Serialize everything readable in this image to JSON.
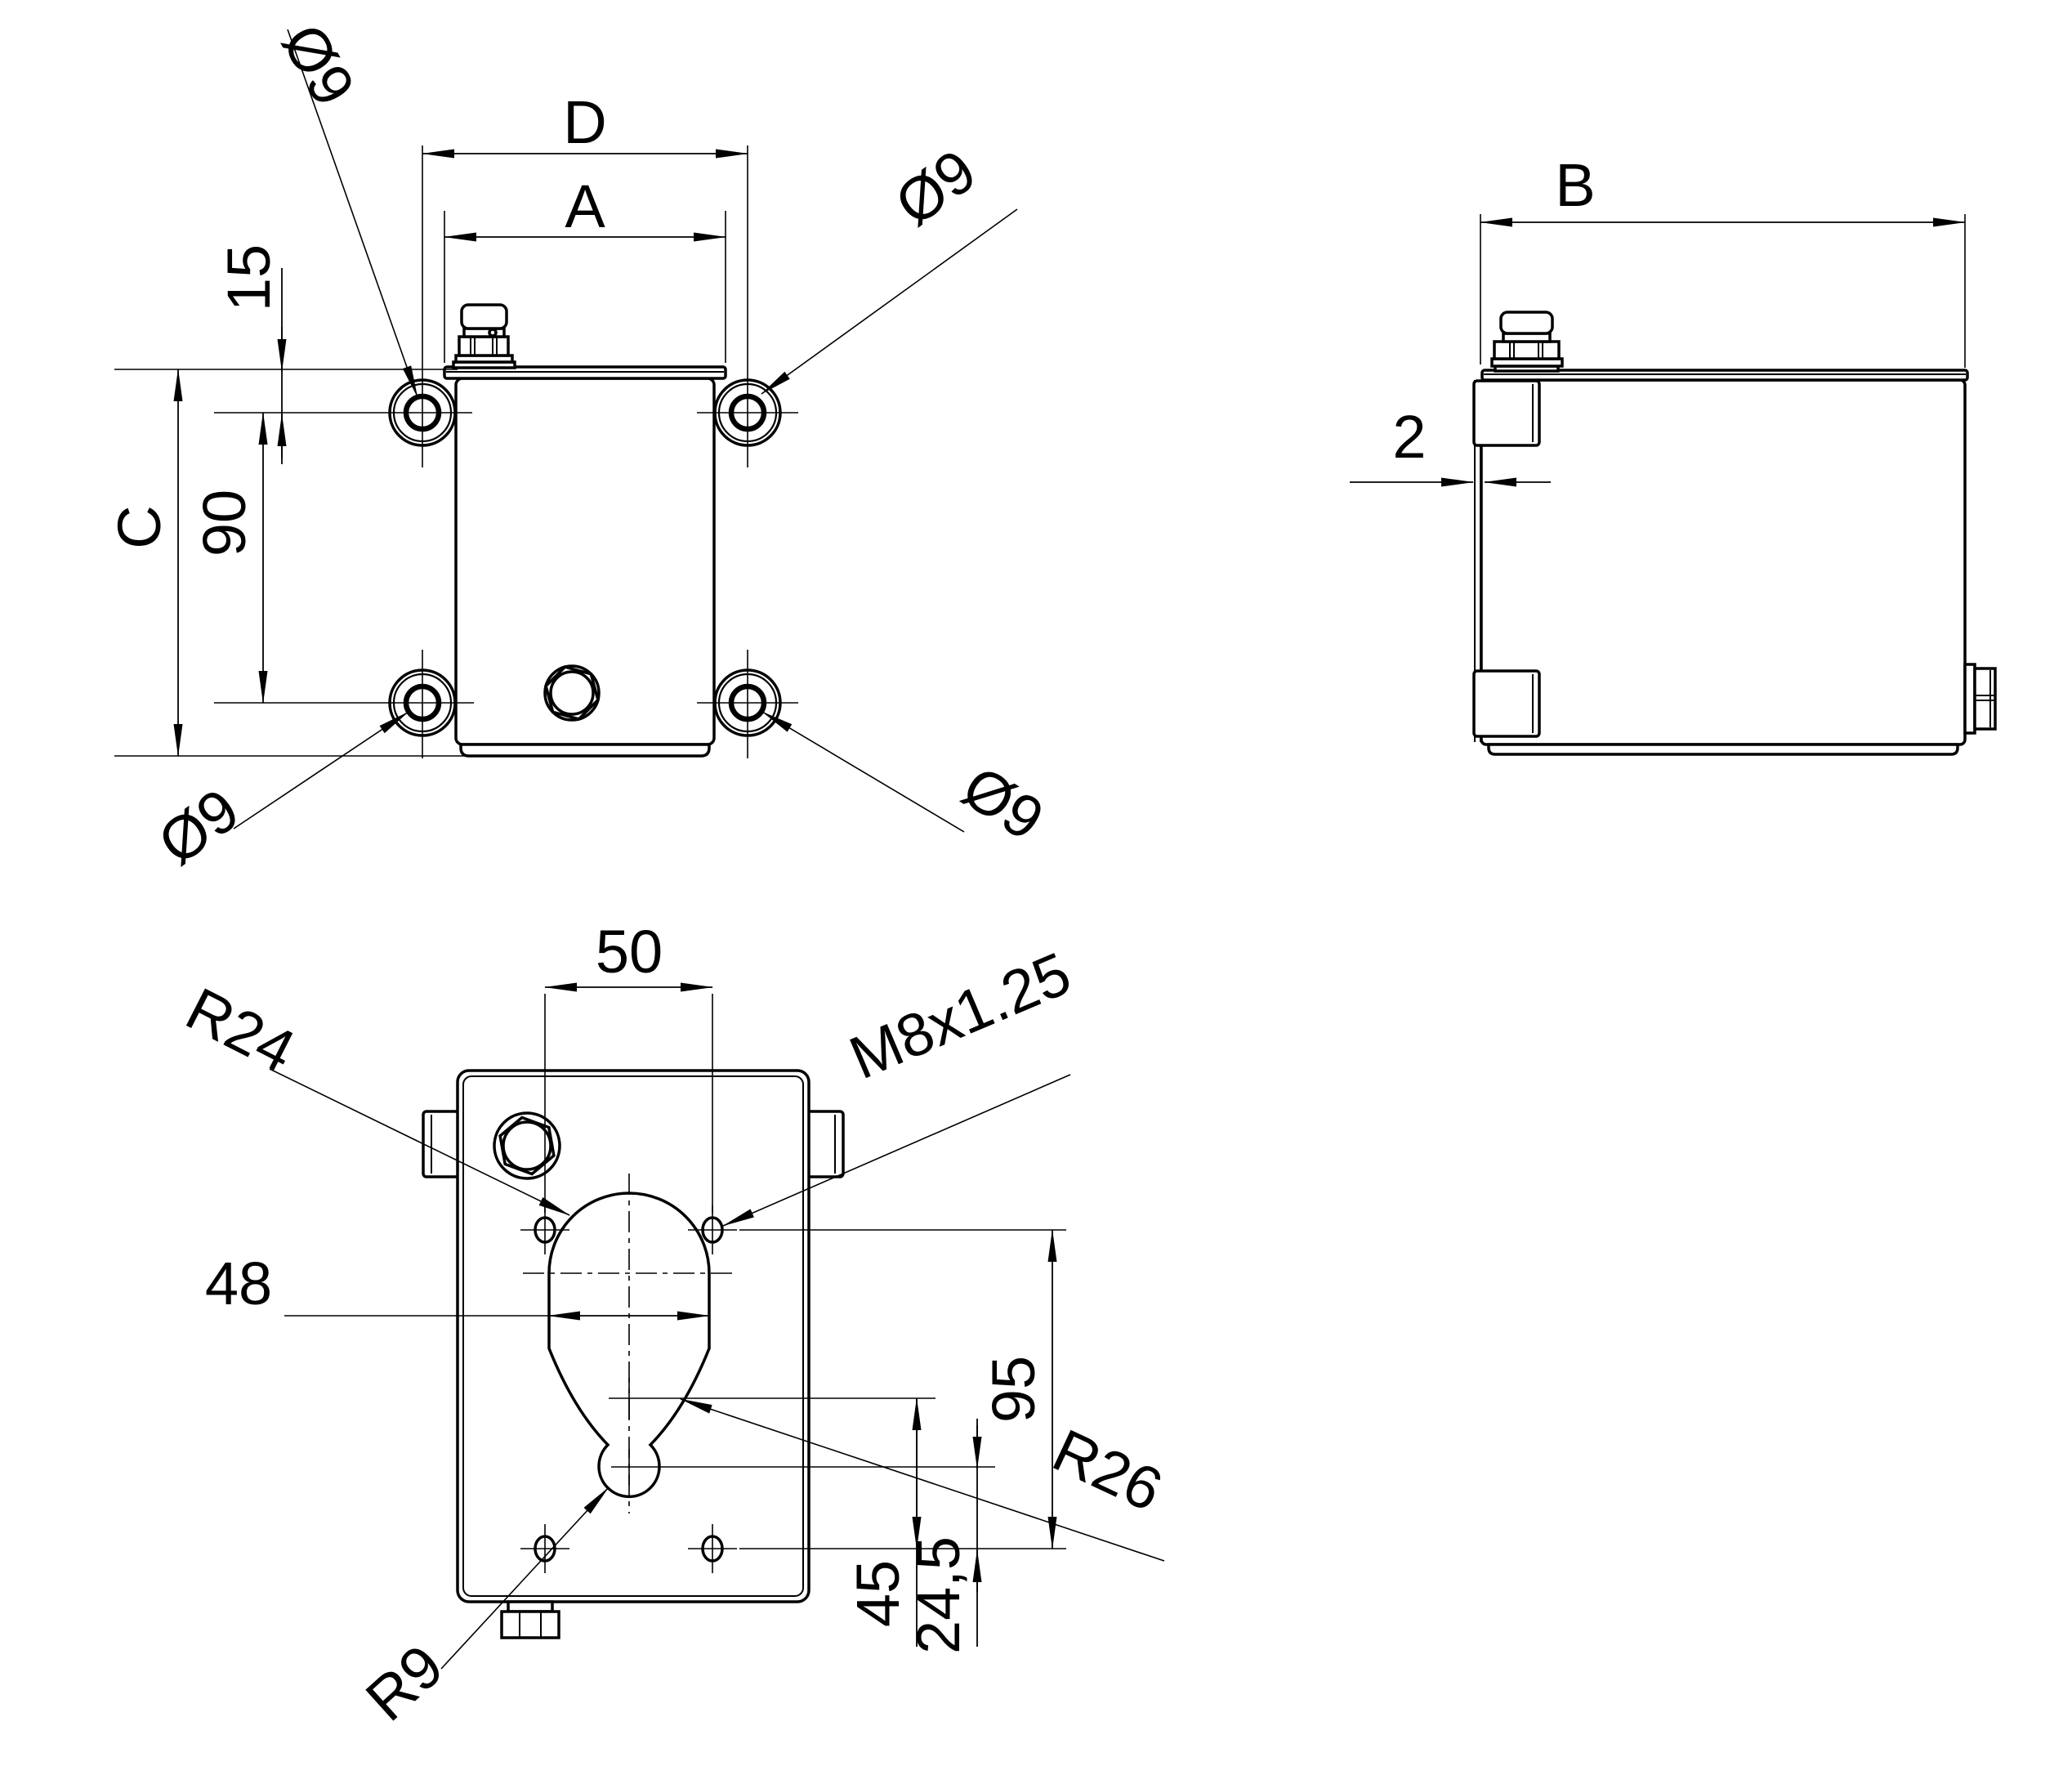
{
  "colors": {
    "ink": "#000000",
    "background": "#ffffff"
  },
  "front_view": {
    "dim_width_outer": "D",
    "dim_width_lid": "A",
    "dim_offset_top": "15",
    "dim_hole_spacing": "90",
    "dim_height": "C",
    "hole_top_left": "Ø9",
    "hole_top_right": "Ø9",
    "hole_bottom_left": "Ø9",
    "hole_bottom_right": "Ø9"
  },
  "side_view": {
    "dim_depth": "B",
    "dim_plate_thickness": "2"
  },
  "bottom_view": {
    "dim_hole_spacing_x": "50",
    "dim_slot_width": "48",
    "dim_hole_spacing_y": "95",
    "dim_r26_offset": "45",
    "dim_r9_offset": "24,5",
    "radius_top": "R24",
    "radius_flank": "R26",
    "radius_bottom": "R9",
    "thread_spec": "M8x1.25"
  }
}
